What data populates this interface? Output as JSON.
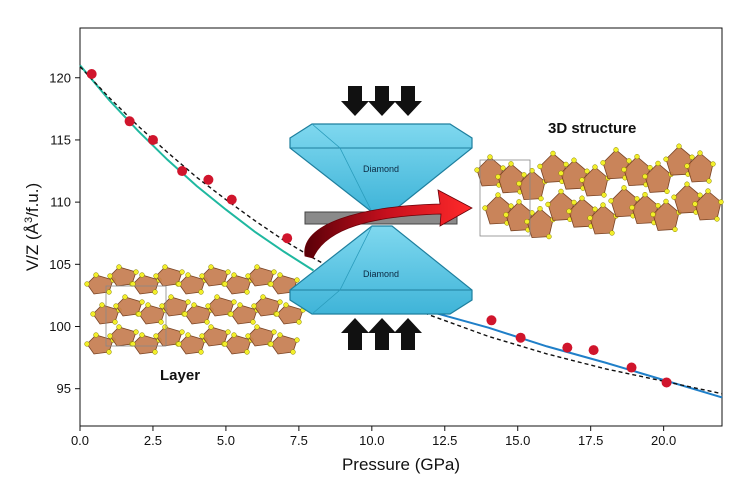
{
  "chart_data": {
    "type": "scatter",
    "xlabel": "Pressure (GPa)",
    "ylabel_prefix": "V/Z (",
    "ylabel_angstrom": "Å",
    "ylabel_exp": "3",
    "ylabel_suffix": "/f.u.)",
    "xlim": [
      0,
      22
    ],
    "ylim": [
      92,
      124
    ],
    "xticks": [
      "0.0",
      "2.5",
      "5.0",
      "7.5",
      "10.0",
      "12.5",
      "15.0",
      "17.5",
      "20.0"
    ],
    "yticks": [
      "95",
      "100",
      "105",
      "110",
      "115",
      "120"
    ],
    "series": [
      {
        "kind": "points",
        "color": "#d0152c",
        "x": [
          0.4,
          1.7,
          2.5,
          3.5,
          4.4,
          5.2,
          7.1,
          14.1,
          15.1,
          16.7,
          17.6,
          18.9,
          20.1
        ],
        "y": [
          120.3,
          116.5,
          115.0,
          112.5,
          111.8,
          110.2,
          107.1,
          100.5,
          99.1,
          98.3,
          98.1,
          96.7,
          95.5
        ]
      },
      {
        "kind": "fit-teal",
        "color": "#1fb8a0",
        "x": [
          0,
          1,
          2,
          3,
          4,
          5,
          6,
          7,
          8
        ],
        "y": [
          121.0,
          118.2,
          115.7,
          113.4,
          111.3,
          109.4,
          107.6,
          106.0,
          104.5
        ]
      },
      {
        "kind": "fit-blue",
        "color": "#1f7fc8",
        "x": [
          8,
          10,
          12,
          14,
          16,
          18,
          20,
          22
        ],
        "y": [
          104.4,
          102.8,
          101.2,
          99.9,
          98.4,
          97.1,
          95.7,
          94.3
        ]
      },
      {
        "kind": "fit-dashed",
        "color": "#111111",
        "x": [
          0,
          1,
          2,
          3,
          4,
          5,
          6,
          7,
          8,
          9,
          10,
          12,
          14,
          16,
          18,
          20,
          22
        ],
        "y": [
          120.9,
          118.4,
          116.1,
          114.0,
          112.0,
          110.2,
          108.5,
          106.9,
          105.5,
          104.2,
          103.0,
          100.9,
          99.2,
          97.8,
          96.6,
          95.6,
          94.6
        ]
      }
    ],
    "annotations": {
      "layer": "Layer",
      "structure_3d": "3D structure",
      "diamond_top": "Diamond",
      "diamond_bottom": "Diamond"
    }
  },
  "colors": {
    "diamond": "#4fc3e0",
    "diamond_edge": "#1e7f9e",
    "arrow_red": "#c8101e",
    "polyhedra": "#c47a4c",
    "atoms": "#f2ee2a"
  }
}
